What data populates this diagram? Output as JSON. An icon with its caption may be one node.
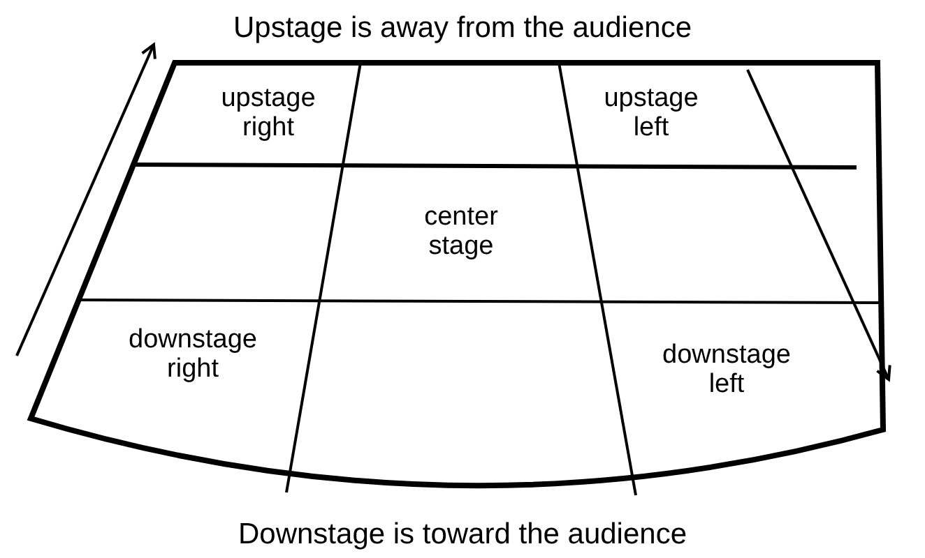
{
  "diagram": {
    "labels": [
      "Upstage is away from the audience",
      "upstage right",
      "upstage left",
      "center stage",
      "downstage right",
      "downstage left",
      "Downstage is toward the audience"
    ]
  }
}
